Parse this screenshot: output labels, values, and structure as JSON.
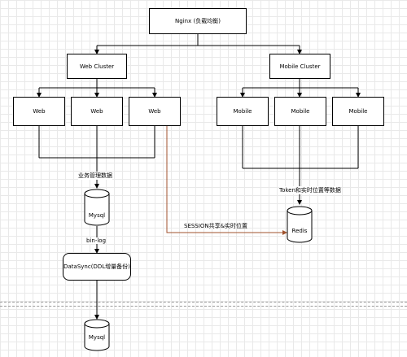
{
  "nodes": {
    "nginx": "Nginx (负载均衡)",
    "web_cluster": "Web Cluster",
    "mobile_cluster": "Mobile Cluster",
    "web": [
      "Web",
      "Web",
      "Web"
    ],
    "mobile": [
      "Mobile",
      "Mobile",
      "Mobile"
    ],
    "mysql_top": "Mysql",
    "datasync": "DataSync(DDL增量备份)",
    "mysql_bottom": "Mysql",
    "redis": "Redis"
  },
  "edge_labels": {
    "business_data": "业务管理数据",
    "binlog": "bin-log",
    "session": "SESSION共享&实时位置",
    "token": "Token和实时位置等数据"
  },
  "colors": {
    "line": "#000000",
    "session_line": "#a0522d"
  }
}
